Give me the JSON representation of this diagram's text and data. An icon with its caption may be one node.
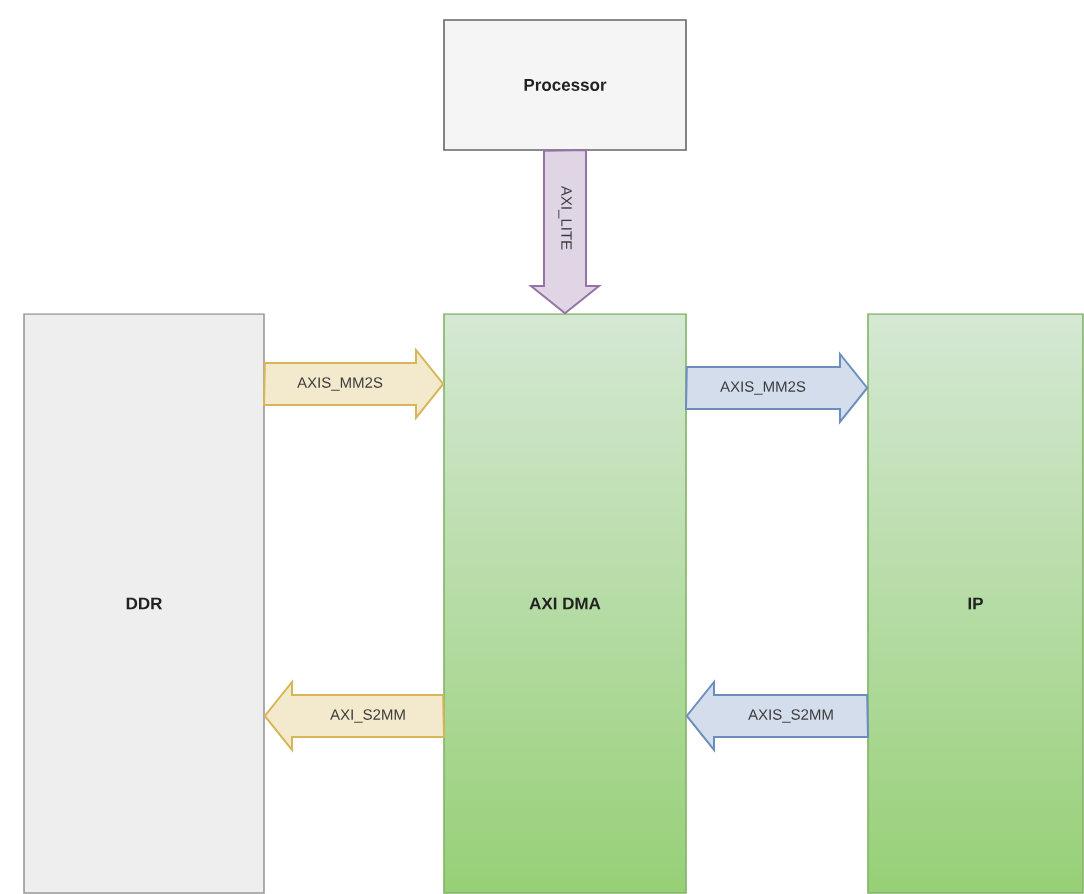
{
  "diagram": {
    "nodes": [
      {
        "text": [
          "Processor"
        ]
      },
      {
        "text": [
          "DDR"
        ]
      },
      {
        "text": [
          "AXI DMA"
        ]
      },
      {
        "text": [
          "IP"
        ]
      }
    ],
    "edges": [
      {
        "from": 0,
        "to": 2,
        "arrow": "to",
        "label": "AXI_LITE",
        "style": "thick",
        "color": "#9673a6"
      },
      {
        "from": 1,
        "to": 2,
        "arrow": "to",
        "label": "AXIS_MM2S",
        "style": "thick",
        "color": "#d6b656"
      },
      {
        "from": 2,
        "to": 3,
        "arrow": "to",
        "label": "AXIS_MM2S",
        "style": "thick",
        "color": "#6c8ebf"
      },
      {
        "from": 3,
        "to": 2,
        "arrow": "to",
        "label": "AXIS_S2MM",
        "style": "thick",
        "color": "#6c8ebf"
      },
      {
        "from": 2,
        "to": 1,
        "arrow": "to",
        "label": "AXI_S2MM",
        "style": "thick",
        "color": "#d6b656"
      }
    ]
  }
}
